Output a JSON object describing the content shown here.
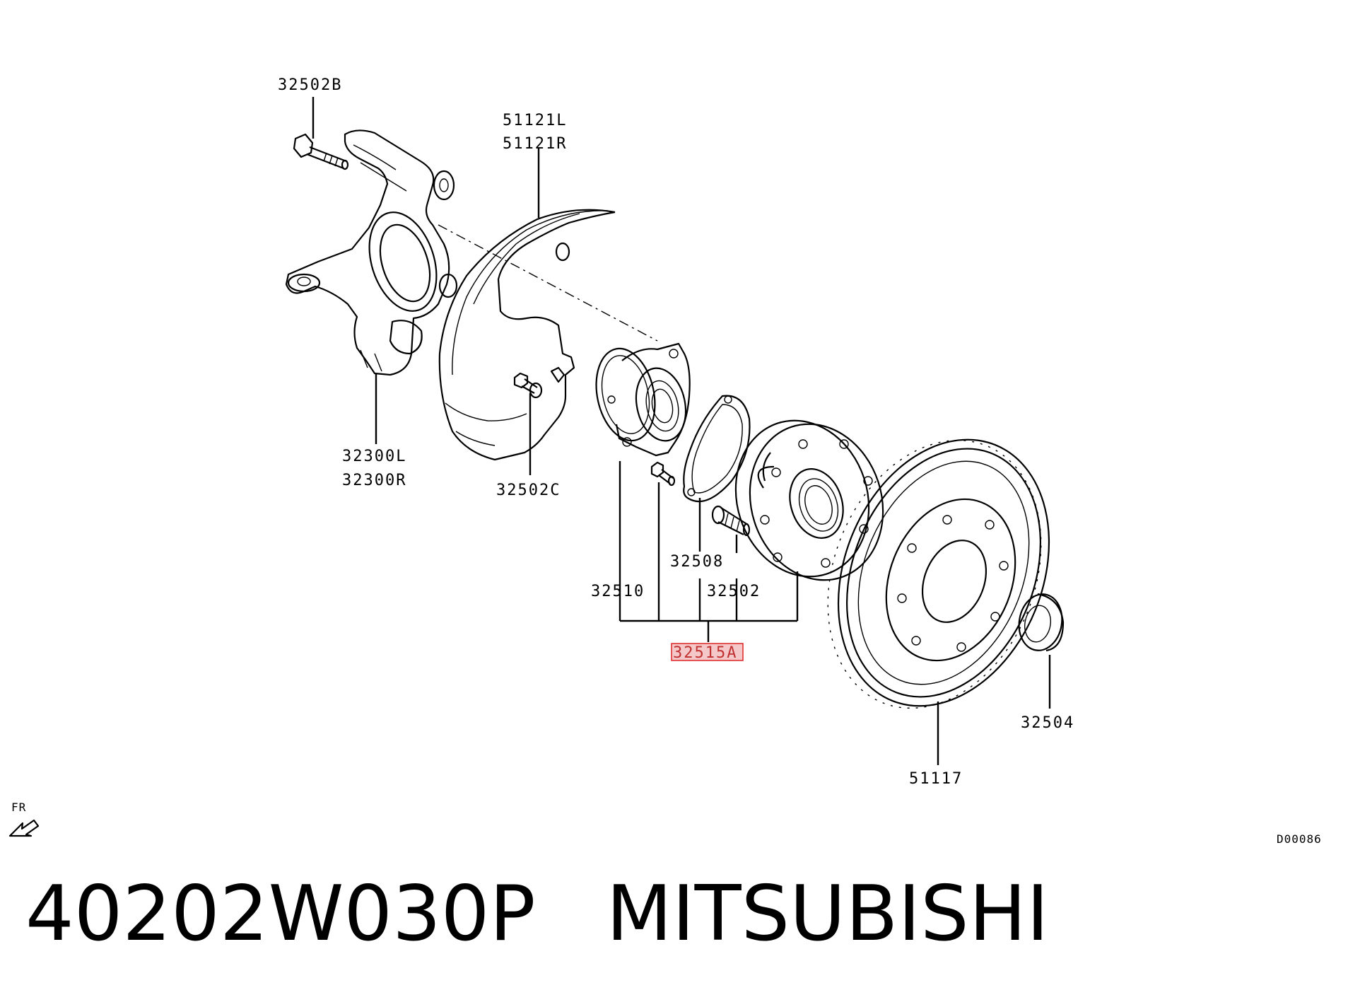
{
  "callouts": {
    "c32502B": "32502B",
    "c51121L": "51121L",
    "c51121R": "51121R",
    "c32300L": "32300L",
    "c32300R": "32300R",
    "c32502C": "32502C",
    "c32508": "32508",
    "c32510": "32510",
    "c32502": "32502",
    "c32515A": "32515A",
    "c32504": "32504",
    "c51117": "51117"
  },
  "direction_label": "FR",
  "diagram_code": "D00086",
  "footer": {
    "part_number": "40202W030P",
    "brand": "MITSUBISHI"
  },
  "colors": {
    "line": "#000000",
    "highlight_border": "#e03030",
    "highlight_fill": "#f4c8c8"
  }
}
